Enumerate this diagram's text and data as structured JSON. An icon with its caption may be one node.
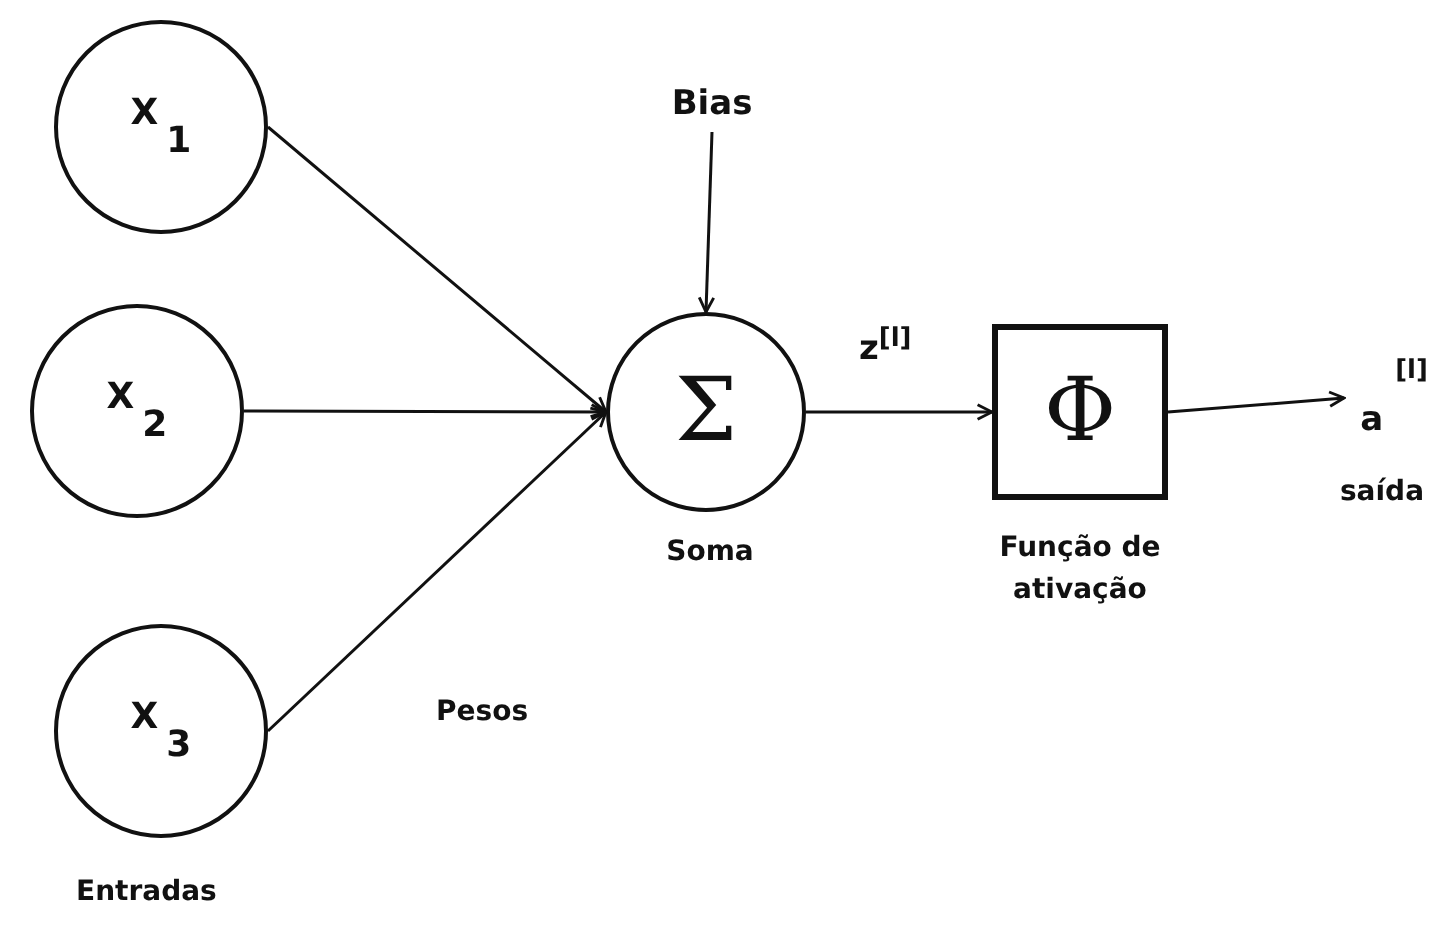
{
  "diagram": {
    "nodes": [
      {
        "text": [
          "X$_{1}$"
        ]
      },
      {
        "text": [
          "X$_{2}$"
        ]
      },
      {
        "text": [
          "X$_{3}$"
        ]
      },
      {
        "text": [
          "Bias"
        ]
      },
      {
        "text": [
          "Σ"
        ],
        "beside": [
          "Soma"
        ]
      },
      {
        "text": [
          "Φ"
        ],
        "beside": [
          "Função de ativação"
        ]
      },
      {
        "text": [
          "a$^{[l]}$"
        ],
        "beside": [
          "saída"
        ]
      }
    ],
    "edges": [
      {
        "from": 0,
        "to": 4,
        "arrow": "to"
      },
      {
        "from": 1,
        "to": 4,
        "arrow": "to"
      },
      {
        "from": 2,
        "to": 4,
        "arrow": "to"
      },
      {
        "from": 3,
        "to": 4,
        "arrow": "to"
      },
      {
        "from": 4,
        "to": 5,
        "arrow": "to",
        "label": "z$^{[l]}$"
      },
      {
        "from": 5,
        "to": 6,
        "arrow": "to"
      }
    ],
    "labels": [
      "Pesos",
      "Entradas"
    ]
  }
}
